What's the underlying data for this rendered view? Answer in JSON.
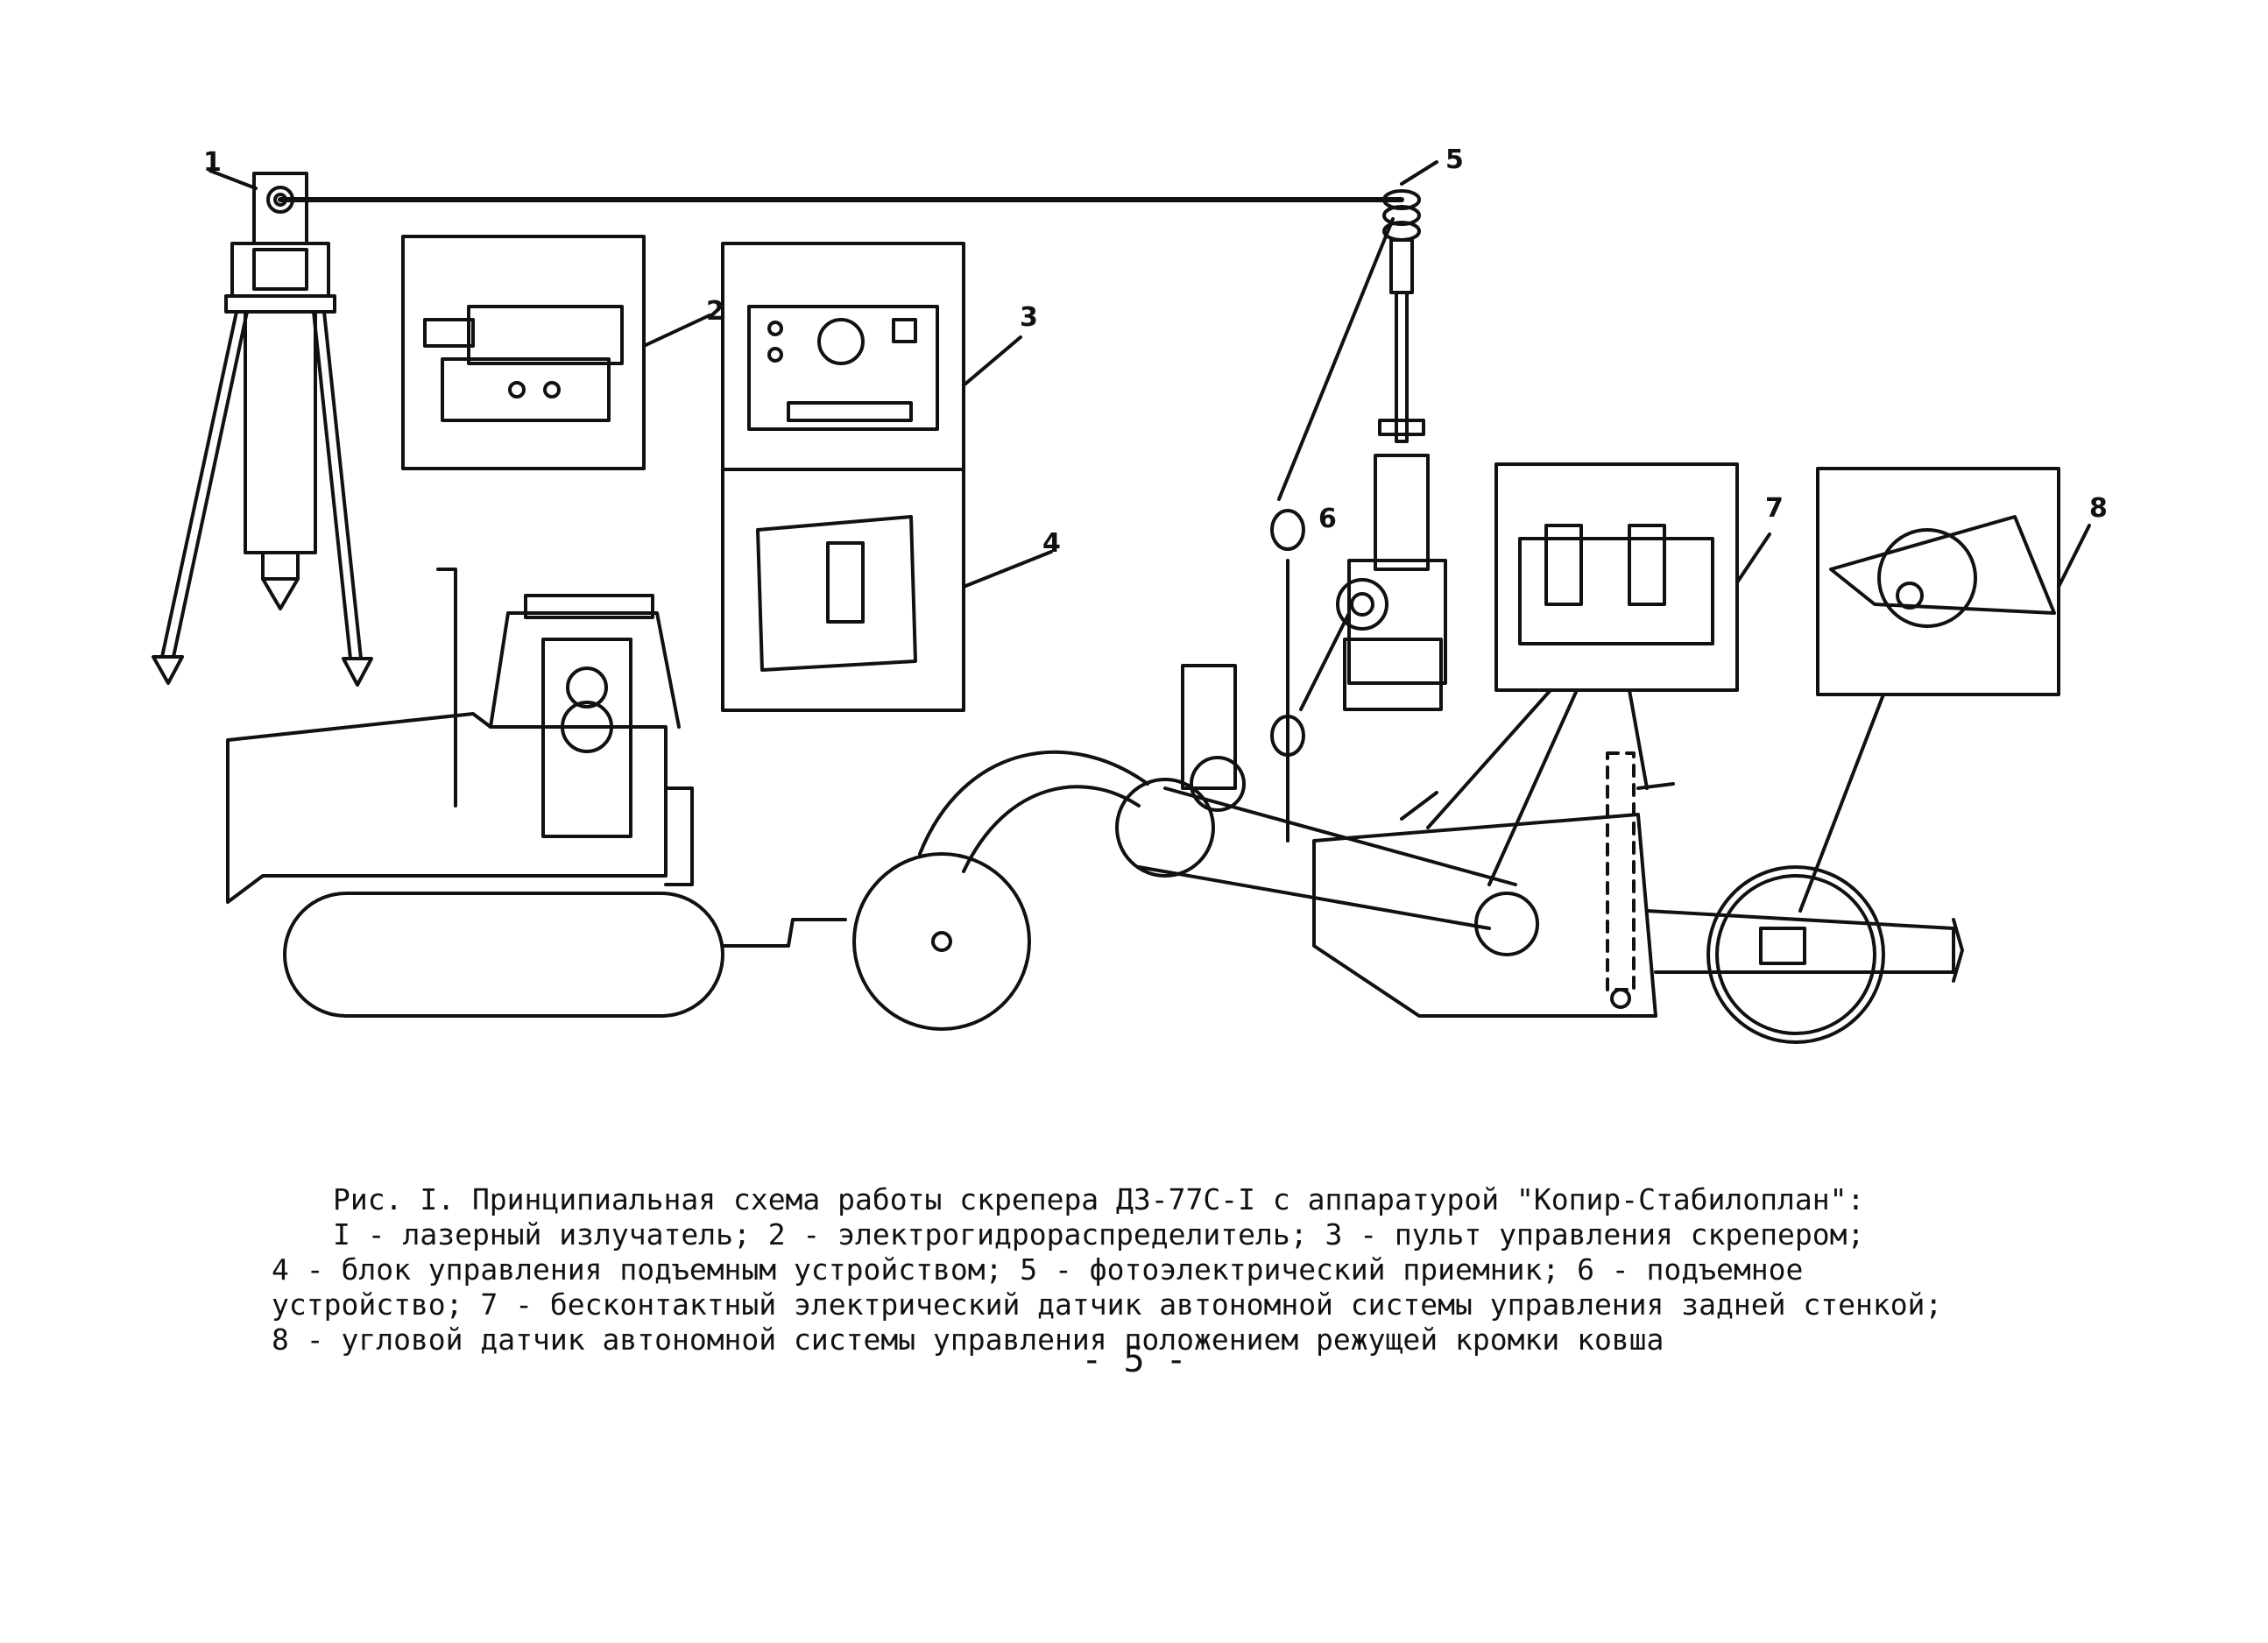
{
  "callouts": {
    "c1": "1",
    "c2": "2",
    "c3": "3",
    "c4": "4",
    "c5": "5",
    "c6": "6",
    "c7": "7",
    "c8": "8"
  },
  "caption": {
    "line1": "Рис. I. Принципиальная схема работы скрепера ДЗ-77С-I с аппаратурой \"Копир-Стабилоплан\":",
    "line2": "I - лазерный излучатель; 2 - электрогидрораспределитель; 3 - пульт управления скрепером;",
    "line3": "4 - блок управления подъемным устройством; 5 - фотоэлектрический приемник; 6 - подъемное",
    "line4": "устройство; 7 - бесконтактный электрический датчик автономной системы управления задней стенкой;",
    "line5": "8 - угловой датчик автономной системы управления положением режущей кромки ковша"
  },
  "page_number": "- 5 -"
}
